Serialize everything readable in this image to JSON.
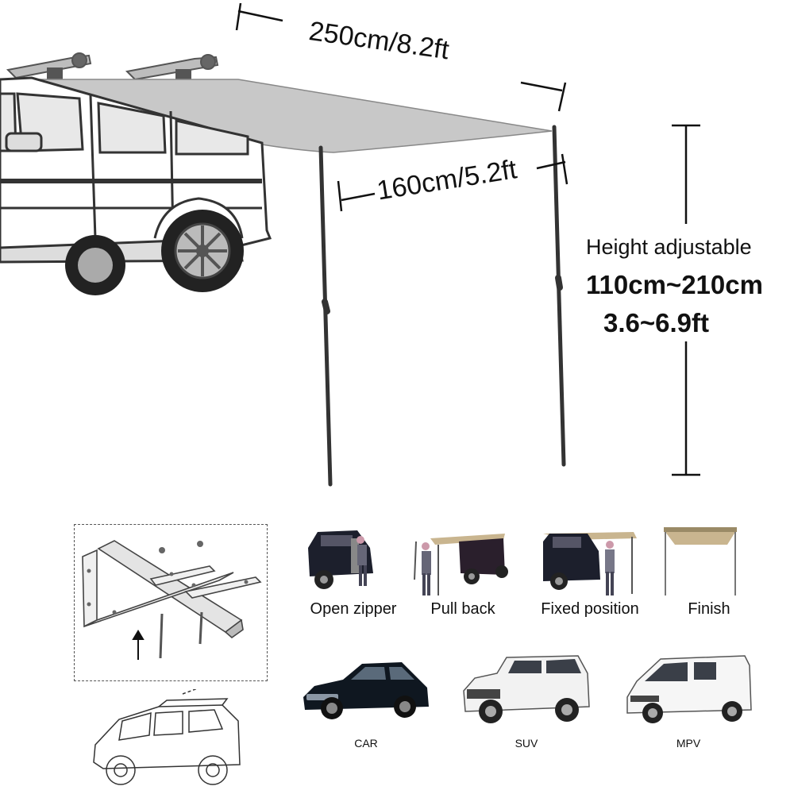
{
  "dimensions": {
    "length": "250cm/8.2ft",
    "depth": "160cm/5.2ft",
    "height_title": "Height adjustable",
    "height_cm": "110cm~210cm",
    "height_ft": "3.6~6.9ft"
  },
  "steps": [
    {
      "label": "Open zipper"
    },
    {
      "label": "Pull back"
    },
    {
      "label": "Fixed position"
    },
    {
      "label": "Finish"
    }
  ],
  "vehicles": [
    {
      "label": "CAR",
      "color": "#0f1720"
    },
    {
      "label": "SUV",
      "color": "#f2f2f2"
    },
    {
      "label": "MPV",
      "color": "#f6f6f6"
    }
  ],
  "colors": {
    "awning_fabric": "#c8c8c8",
    "awning_tan": "#c9b58f",
    "pole": "#333333",
    "line": "#111111"
  }
}
